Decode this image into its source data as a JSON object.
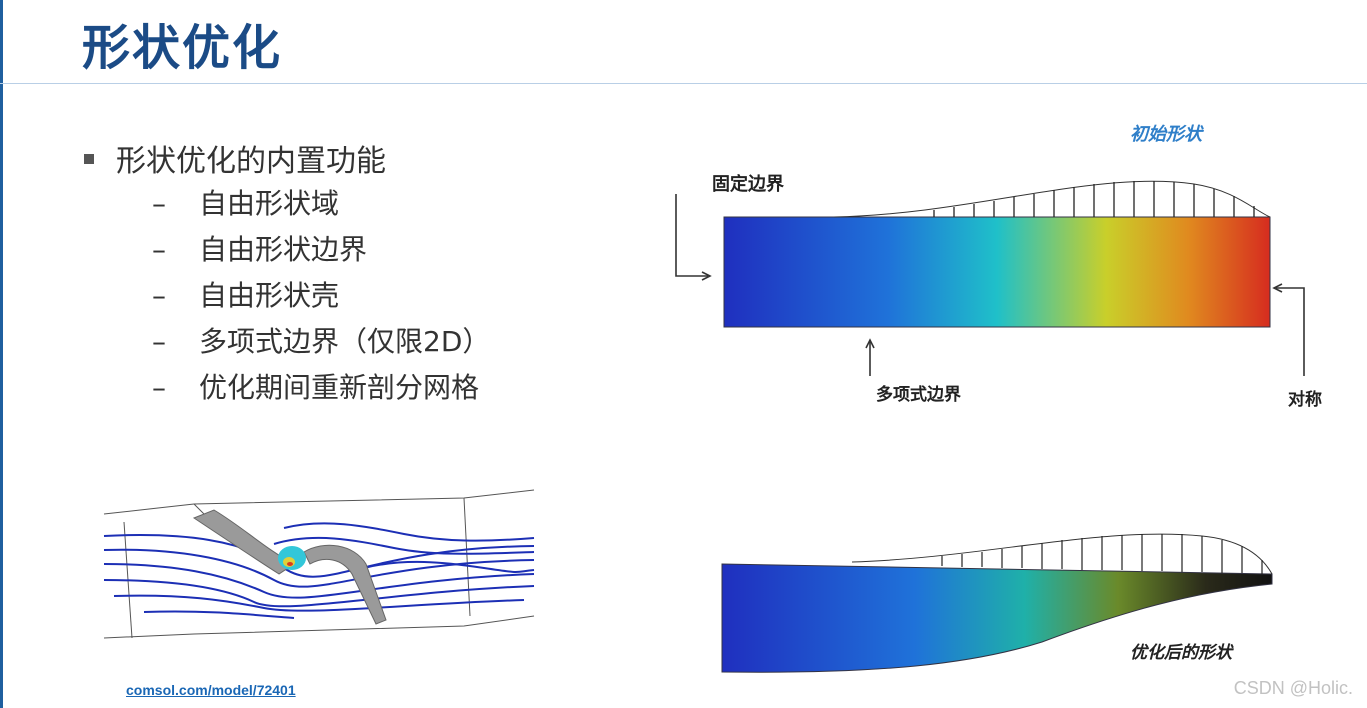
{
  "slide": {
    "title": "形状优化",
    "bullet": "形状优化的内置功能",
    "sub_items": [
      "自由形状域",
      "自由形状边界",
      "自由形状壳",
      "多项式边界（仅限2D）",
      "优化期间重新剖分网格"
    ],
    "dash": "–"
  },
  "diagram": {
    "initial_shape_label": "初始形状",
    "fixed_boundary_label": "固定边界",
    "polynomial_boundary_label": "多项式边界",
    "symmetry_label": "对称",
    "optimized_shape_label": "优化后的形状",
    "colors": {
      "blue": "#1f2fbf",
      "cyan": "#1fb0d9",
      "yellow": "#d9c21f",
      "red": "#d9331f",
      "label_blue": "#2f7fc9"
    }
  },
  "footer": {
    "link": "comsol.com/model/72401",
    "watermark": "CSDN @Holic."
  }
}
